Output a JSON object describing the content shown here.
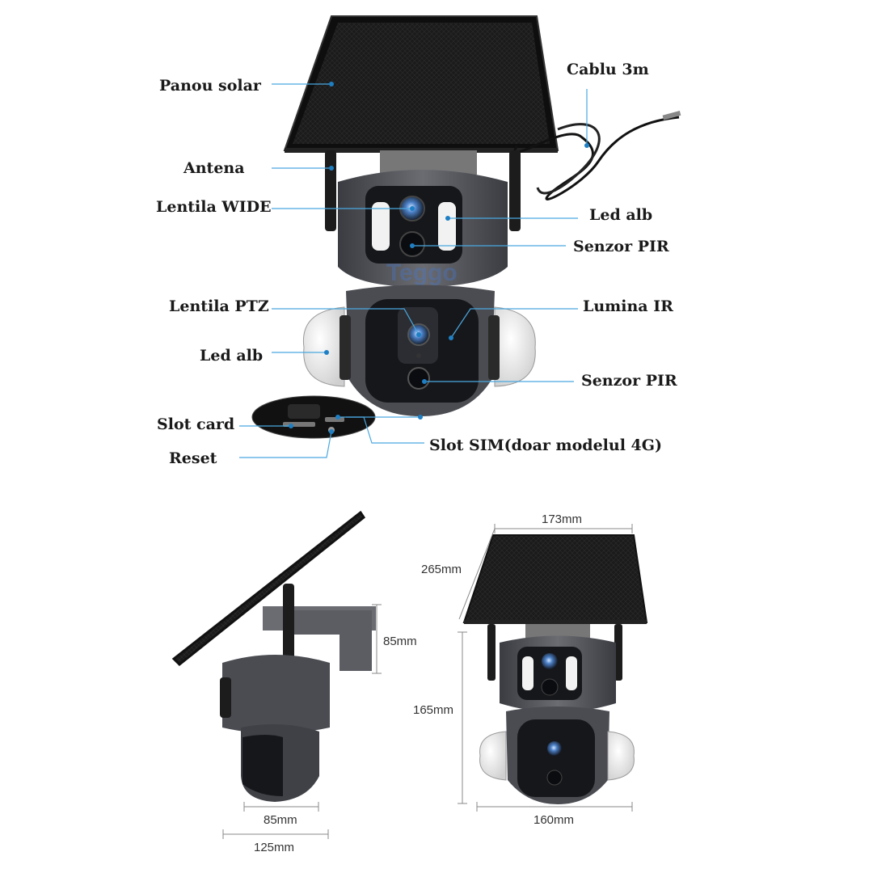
{
  "callouts": {
    "solar_panel": "Panou solar",
    "cable": "Cablu 3m",
    "antenna": "Antena",
    "wide_lens": "Lentila WIDE",
    "led_top": "Led alb",
    "pir_top": "Senzor PIR",
    "ptz_lens": "Lentila PTZ",
    "ir_light": "Lumina IR",
    "led_side": "Led alb",
    "pir_bottom": "Senzor PIR",
    "card_slot": "Slot card",
    "sim_slot": "Slot SIM(doar modelul 4G)",
    "reset": "Reset"
  },
  "dimensions": {
    "panel_width": "173mm",
    "panel_height": "265mm",
    "bracket_height": "85mm",
    "camera_height": "165mm",
    "camera_width": "160mm",
    "base_width": "85mm",
    "bracket_depth": "125mm"
  },
  "watermark": "Teggo",
  "colors": {
    "callout_line": "#4aa8e0",
    "callout_dot": "#1e7fc4",
    "body": "#4a4c52",
    "lens_block": "#16171a",
    "panel": "#151515"
  }
}
